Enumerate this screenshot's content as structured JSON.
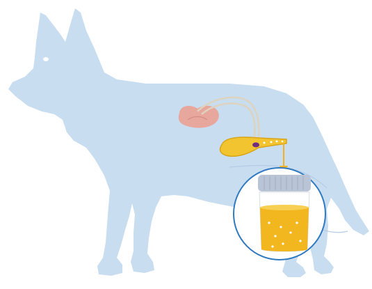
{
  "illustration": {
    "subject": "dog-silhouette",
    "organs": [
      "kidney",
      "ureter",
      "bladder"
    ],
    "specimen": "urine-sample-container",
    "icons": [
      "kidney-icon",
      "bladder-icon",
      "arrow-down-icon",
      "specimen-cup-icon"
    ]
  },
  "colors": {
    "dog_body": "#c9ddf0",
    "kidney": "#e8a79c",
    "ureter": "#ddd3bf",
    "bladder": "#f2c530",
    "bladder_inner": "#6e2b82",
    "urine": "#f2b61f",
    "lid": "#b9c5d6",
    "circle_border": "#2f79c1",
    "arrow": "#f0b323"
  }
}
